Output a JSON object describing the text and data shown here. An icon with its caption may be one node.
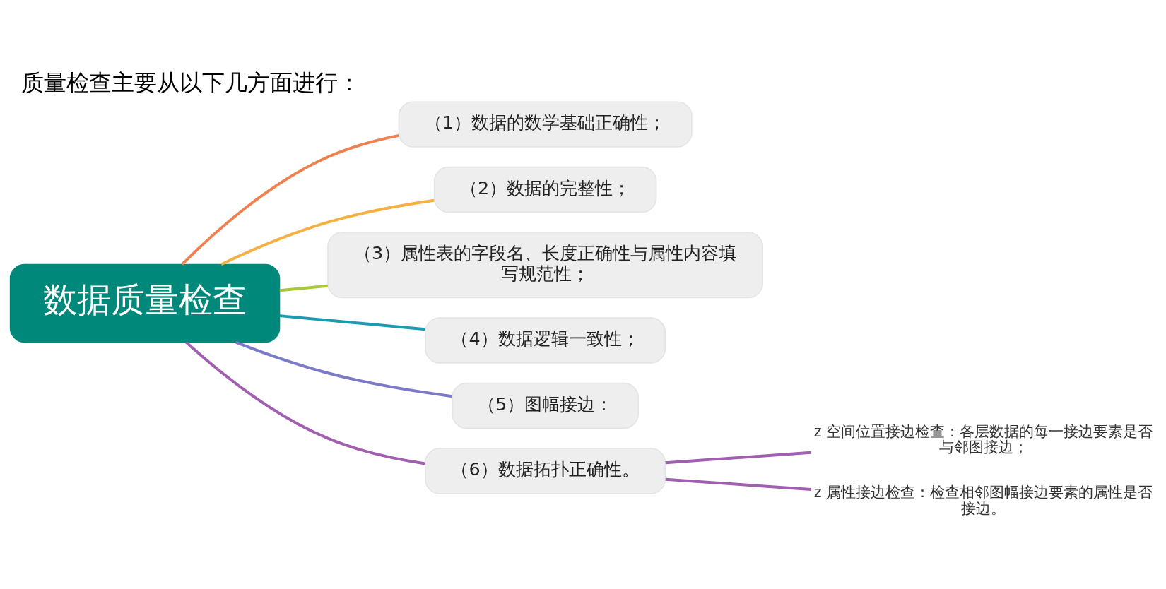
{
  "diagram": {
    "title": "质量检查主要从以下几方面进行：",
    "nodes": [
      {
        "text": [
          "数据质量检查"
        ]
      },
      {
        "text": [
          "（1）数据的数学基础正确性；"
        ]
      },
      {
        "text": [
          "（2）数据的完整性；"
        ]
      },
      {
        "text": [
          "（3）属性表的字段名、长度正确性与属性内容填写规范性；"
        ]
      },
      {
        "text": [
          "（4）数据逻辑一致性；"
        ]
      },
      {
        "text": [
          "（5）图幅接边："
        ]
      },
      {
        "text": [
          "（6）数据拓扑正确性。"
        ]
      },
      {
        "text": [
          "z 空间位置接边检查：各层数据的每一接边要素是否与邻图接边；"
        ]
      },
      {
        "text": [
          "z 属性接边检查：检查相邻图幅接边要素的属性是否接边。"
        ]
      }
    ],
    "edges": [
      {
        "from": 0,
        "to": 1,
        "arrow": "none",
        "color": "#f08050"
      },
      {
        "from": 0,
        "to": 2,
        "arrow": "none",
        "color": "#f5b041"
      },
      {
        "from": 0,
        "to": 3,
        "arrow": "none",
        "color": "#a8c83a"
      },
      {
        "from": 0,
        "to": 4,
        "arrow": "none",
        "color": "#1a9bb0"
      },
      {
        "from": 0,
        "to": 5,
        "arrow": "none",
        "color": "#7a7ac8"
      },
      {
        "from": 0,
        "to": 6,
        "arrow": "none",
        "color": "#a05fb0"
      },
      {
        "from": 6,
        "to": 7,
        "arrow": "none",
        "color": "#a05fb0"
      },
      {
        "from": 6,
        "to": 8,
        "arrow": "none",
        "color": "#a05fb0"
      }
    ]
  }
}
